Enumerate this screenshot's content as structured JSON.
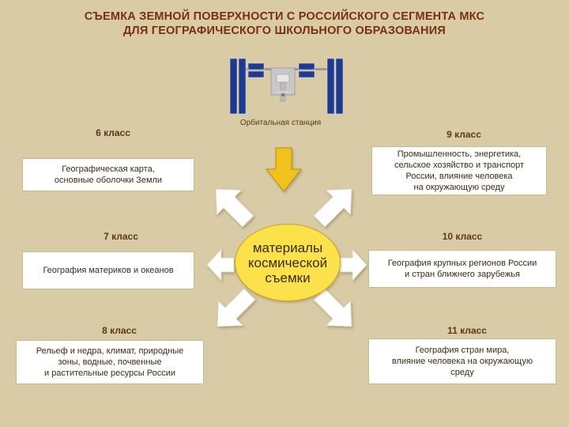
{
  "title": {
    "line1": "СЪЕМКА ЗЕМНОЙ ПОВЕРХНОСТИ С РОССИЙСКОГО СЕГМЕНТА МКС",
    "line2": "ДЛЯ ГЕОГРАФИЧЕСКОГО ШКОЛЬНОГО ОБРАЗОВАНИЯ"
  },
  "iss": {
    "caption": "Орбитальная станция"
  },
  "center": {
    "line1": "материалы",
    "line2": "космической",
    "line3": "съемки"
  },
  "grades": {
    "g6": {
      "label": "6 класс",
      "line1": "Географическая карта,",
      "line2": "основные оболочки Земли"
    },
    "g7": {
      "label": "7 класс",
      "line1": "География материков и океанов"
    },
    "g8": {
      "label": "8 класс",
      "line1": "Рельеф и недра, климат, природные",
      "line2": "зоны, водные, почвенные",
      "line3": "и растительные ресурсы России"
    },
    "g9": {
      "label": "9 класс",
      "line1": "Промышленность, энергетика,",
      "line2": "сельское хозяйство и транспорт",
      "line3": "России, влияние человека",
      "line4": "на окружающую среду"
    },
    "g10": {
      "label": "10 класс",
      "line1": "География крупных регионов России",
      "line2": "и стран ближнего зарубежья"
    },
    "g11": {
      "label": "11 класс",
      "line1": "География стран мира,",
      "line2": "влияние человека на окружающую",
      "line3": "среду"
    }
  },
  "colors": {
    "title": "#7a2f10",
    "center_fill": "#fbe24a",
    "arrow_down": "#f2c21a",
    "arrow_white": "#ffffff",
    "background": "#d8cba6"
  }
}
